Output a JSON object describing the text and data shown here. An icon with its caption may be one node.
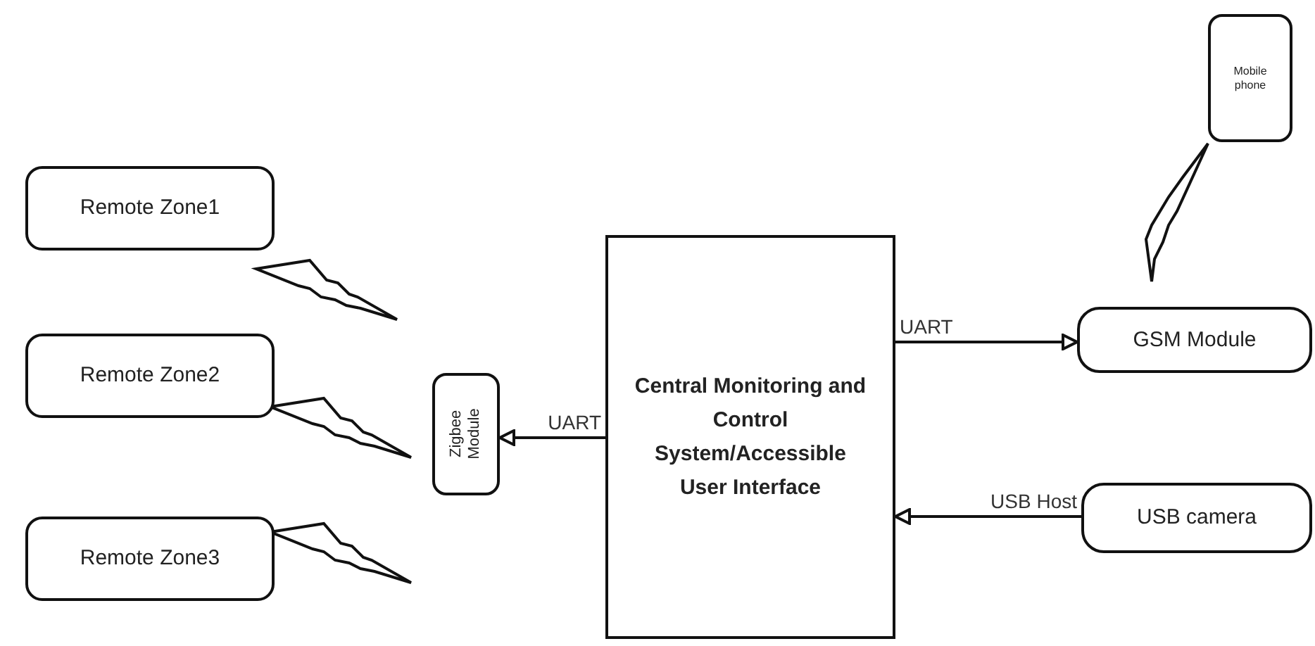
{
  "diagram": {
    "nodes": [
      {
        "text": [
          "Remote Zone1"
        ]
      },
      {
        "text": [
          "Remote Zone2"
        ]
      },
      {
        "text": [
          "Remote Zone3"
        ]
      },
      {
        "text": [
          "Zigbee Module"
        ]
      },
      {
        "text": [
          "Central Monitoring and Control System/Accessible User Interface"
        ]
      },
      {
        "text": [
          "GSM Module"
        ]
      },
      {
        "text": [
          "USB camera"
        ]
      },
      {
        "text": [
          "Mobile phone"
        ]
      }
    ],
    "edges": [
      {
        "from": 4,
        "to": 3,
        "arrow": "to",
        "label": "UART"
      },
      {
        "from": 4,
        "to": 5,
        "arrow": "to",
        "label": "UART"
      },
      {
        "from": 6,
        "to": 4,
        "arrow": "to",
        "label": "USB Host"
      }
    ]
  }
}
